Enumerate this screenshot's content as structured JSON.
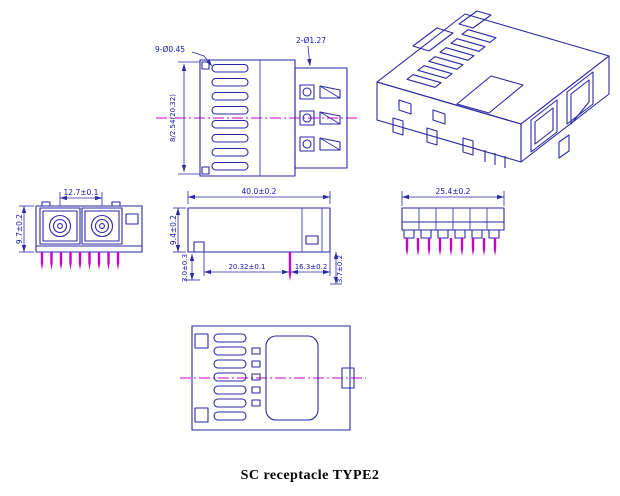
{
  "caption": "SC receptacle TYPE2",
  "colors": {
    "line": "#2a2aa4",
    "dim_text": "#1414b4",
    "centerline": "#c800c8",
    "pins": "#c800c8",
    "caption": "#000000"
  },
  "top_view": {
    "label_holes": "9-Ø0.45",
    "label_slots": "2-Ø1.27",
    "label_pitch": "8/2.54(20.32)"
  },
  "front_view": {
    "dim_pitch": "12.7±0.1",
    "dim_height": "9.7±0.2"
  },
  "side_view": {
    "dim_length": "40.0±0.2",
    "dim_height": "9.4±0.2",
    "dim_span_left": "20.32±0.1",
    "dim_span_right": "16.3±0.2",
    "dim_standoff": "3.0±0.3",
    "dim_pin": "3.7±0.2"
  },
  "end_view": {
    "dim_width": "25.4±0.2"
  }
}
